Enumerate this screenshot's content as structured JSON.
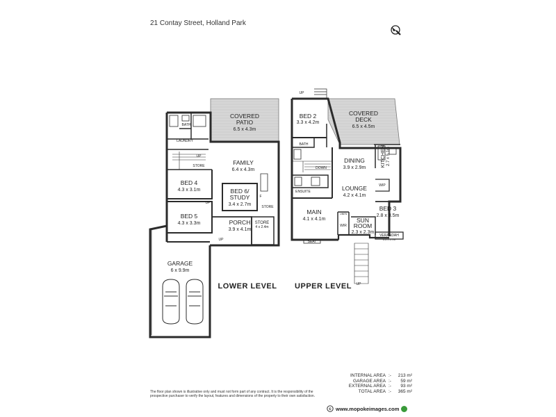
{
  "address": "21 Contay Street, Holland Park",
  "icons": {
    "compass": "compass-icon",
    "logo": "mopoke-logo-icon"
  },
  "colors": {
    "wall": "#2b2b2b",
    "deck": "#c8c8c8",
    "accent_green": "#3a9a3a",
    "accent_blue": "#2a6fb5"
  },
  "levels": {
    "lower": "LOWER LEVEL",
    "upper": "UPPER LEVEL"
  },
  "rooms": {
    "covered_patio": {
      "name": "COVERED\nPATIO",
      "dim": "6.5 x 4.3m"
    },
    "family": {
      "name": "FAMILY",
      "dim": "6.4 x 4.3m"
    },
    "bed4": {
      "name": "BED 4",
      "dim": "4.3 x 3.1m"
    },
    "bed6": {
      "name": "BED 6/\nSTUDY",
      "dim": "3.4 x 2.7m"
    },
    "bed5": {
      "name": "BED 5",
      "dim": "4.3 x 3.3m"
    },
    "porch": {
      "name": "PORCH",
      "dim": "3.9 x 4.1m"
    },
    "store_lower": {
      "name": "STORE",
      "dim": "4 x 2.4m"
    },
    "garage": {
      "name": "GARAGE",
      "dim": "6 x 9.9m"
    },
    "bed2": {
      "name": "BED 2",
      "dim": "3.3 x 4.2m"
    },
    "covered_deck": {
      "name": "COVERED\nDECK",
      "dim": "6.5 x 4.5m"
    },
    "dining": {
      "name": "DINING",
      "dim": "3.9 x 2.9m"
    },
    "kitchen": {
      "name": "KITCHEN",
      "dim": "2.7 x 5.1m"
    },
    "lounge": {
      "name": "LOUNGE",
      "dim": "4.2 x 4.1m"
    },
    "main": {
      "name": "MAIN",
      "dim": "4.1 x 4.1m"
    },
    "sunroom": {
      "name": "SUN\nROOM",
      "dim": "2.3 x 2.3m"
    },
    "bed3": {
      "name": "BED 3",
      "dim": "2.8 x 3.5m"
    },
    "verandah": {
      "name": "VERANDAH",
      "dim": "3.3 x 2.7m"
    }
  },
  "labels": {
    "bath_lower": "BATH",
    "laundry": "LAUNDRY",
    "store_a": "STORE",
    "store_b": "STORE",
    "up1": "UP",
    "up2": "UP",
    "up3": "UP",
    "up4": "UP",
    "f": "F",
    "bath_upper": "BATH",
    "down": "DOWN",
    "ensuite": "ENSUITE",
    "wip": "WIP",
    "wir": "WIR",
    "seat": "SEAT",
    "linen": "LINEN"
  },
  "areas": [
    {
      "label": "INTERNAL AREA",
      "value": "213 m²"
    },
    {
      "label": "GARAGE AREA",
      "value": "59 m²"
    },
    {
      "label": "EXTERNAL AREA",
      "value": "93 m²"
    },
    {
      "label": "TOTAL AREA",
      "value": "365 m²"
    }
  ],
  "disclaimer": "The floor plan shown is illustrative only and must not form part of any contract. It is the responsibility of the prospective purchaser to verify the layout, features and dimensions of the property to their own satisfaction.",
  "website": "www.mopokeimages.com"
}
